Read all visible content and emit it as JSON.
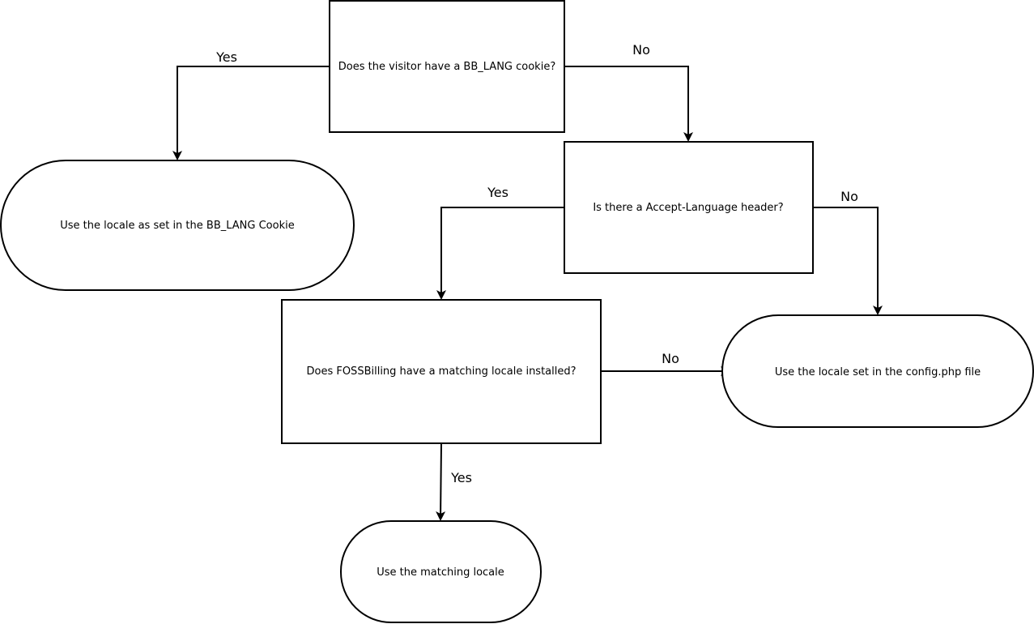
{
  "diagram": {
    "nodes": {
      "cookie_question": {
        "label": "Does the visitor have a BB_LANG cookie?",
        "shape": "rectangle"
      },
      "use_cookie": {
        "label": "Use the locale as set in the BB_LANG Cookie",
        "shape": "terminal"
      },
      "accept_question": {
        "label": "Is there a Accept-Language header?",
        "shape": "rectangle"
      },
      "match_question": {
        "label": "Does FOSSBilling have a matching locale installed?",
        "shape": "rectangle"
      },
      "use_config": {
        "label": "Use the locale set in the config.php file",
        "shape": "terminal"
      },
      "use_matching": {
        "label": "Use the matching locale",
        "shape": "terminal"
      }
    },
    "edges": {
      "cookie_yes": {
        "label": "Yes",
        "from": "cookie_question",
        "to": "use_cookie"
      },
      "cookie_no": {
        "label": "No",
        "from": "cookie_question",
        "to": "accept_question"
      },
      "accept_yes": {
        "label": "Yes",
        "from": "accept_question",
        "to": "match_question"
      },
      "accept_no": {
        "label": "No",
        "from": "accept_question",
        "to": "use_config"
      },
      "match_no": {
        "label": "No",
        "from": "match_question",
        "to": "use_config"
      },
      "match_yes": {
        "label": "Yes",
        "from": "match_question",
        "to": "use_matching"
      }
    },
    "colors": {
      "stroke": "#000000",
      "fill": "#ffffff",
      "text": "#000000"
    }
  }
}
